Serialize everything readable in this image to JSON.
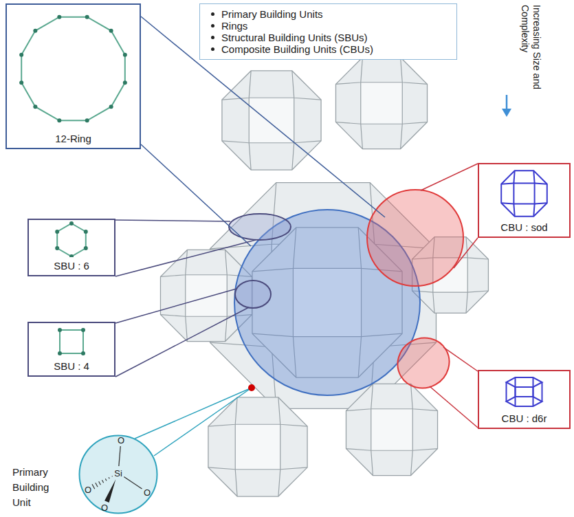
{
  "diagram": {
    "nodes": [
      {
        "text": [
          "12-Ring"
        ]
      },
      {
        "text": [
          "Primary Building Units",
          "Rings",
          "Structural Building Units (SBUs)",
          "Composite Building Units (CBUs)"
        ]
      },
      {
        "text": [
          "SBU : 6"
        ]
      },
      {
        "text": [
          "CBU : sod"
        ]
      },
      {
        "text": [
          "SBU : 4"
        ]
      },
      {
        "text": [
          "CBU : d6r"
        ]
      },
      {
        "text": [
          "O",
          "O",
          "Si",
          "O",
          "O"
        ]
      }
    ],
    "labels": [
      "Increasing Size and Complexity",
      "Primary Building Unit"
    ]
  }
}
